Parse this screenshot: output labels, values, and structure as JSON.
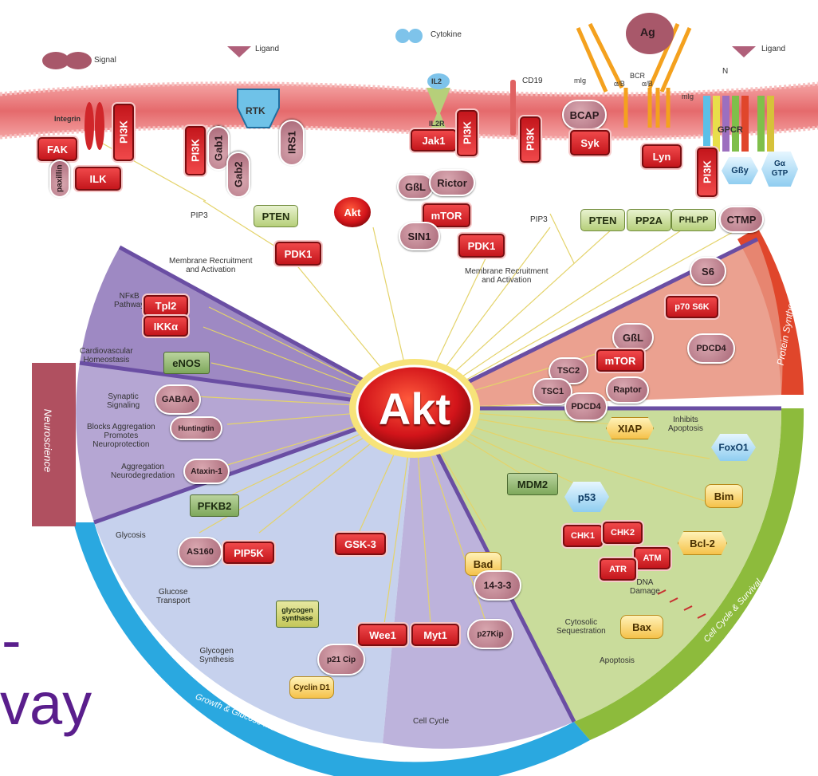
{
  "colors": {
    "membrane": "#e86f70",
    "akt_red": "#d2141a",
    "growth_band": "#2aa8e0",
    "survival_band": "#8dbb3c",
    "protein_band": "#e0462b",
    "neuro_band": "#b05060"
  },
  "membrane": {
    "signal": "Signal",
    "ligand_left": "Ligand",
    "cytokine": "Cytokine",
    "ligand_right": "Ligand",
    "integrin": "Integrin",
    "rtk": "RTK",
    "il2": "IL2",
    "il2r": "IL2R",
    "cd19": "CD19",
    "mig_left": "mIg",
    "mig_right": "mIg",
    "bcr": "BCR",
    "alpha_beta_1": "α/B",
    "alpha_beta_2": "α/B",
    "ag": "Ag",
    "n": "N",
    "gpcr": "GPCR"
  },
  "nodes": {
    "fak": "FAK",
    "paxillin": "paxillin",
    "ilk": "ILK",
    "pi3k_1": "PI3K",
    "pi3k_2": "PI3K",
    "gab1": "Gab1",
    "gab2": "Gab2",
    "irs1": "IRS1",
    "jak1": "Jak1",
    "pi3k_3": "PI3K",
    "pi3k_4": "PI3K",
    "bcap": "BCAP",
    "syk": "Syk",
    "lyn": "Lyn",
    "pi3k_5": "PI3K",
    "gbg": "Gßy",
    "ga": "Gα",
    "gtp": "GTP",
    "akt_small": "Akt",
    "pten_left": "PTEN",
    "pdk1_left": "PDK1",
    "gbl_top": "GßL",
    "rictor": "Rictor",
    "mtor_top": "mTOR",
    "sin1": "SIN1",
    "pdk1_right": "PDK1",
    "pten_right": "PTEN",
    "pp2a": "PP2A",
    "phlpp": "PHLPP",
    "ctmp": "CTMP",
    "s6": "S6",
    "p70s6k": "p70 S6K",
    "gbl_right": "GßL",
    "mtor_right": "mTOR",
    "pdcd4_top": "PDCD4",
    "tsc2": "TSC2",
    "tsc1": "TSC1",
    "raptor": "Raptor",
    "pdcd4_mid": "PDCD4",
    "tpl2": "Tpl2",
    "ikka": "IKKα",
    "enos": "eNOS",
    "gaba": "GABAA",
    "huntingtin": "Huntingtin",
    "ataxin": "Ataxin-1",
    "pfkb2": "PFKB2",
    "as160": "AS160",
    "pip5k": "PIP5K",
    "gsk3": "GSK-3",
    "glycogen_synthase": "glycogen synthase",
    "wee1": "Wee1",
    "myt1": "Myt1",
    "p27kip": "p27Kip",
    "p21cip": "p21 Cip",
    "cyclind1": "Cyclin D1",
    "bad": "Bad",
    "p1433": "14-3-3",
    "mdm2": "MDM2",
    "p53": "p53",
    "chk1": "CHK1",
    "chk2": "CHK2",
    "atm": "ATM",
    "atr": "ATR",
    "bcl2": "Bcl-2",
    "bim": "Bim",
    "foxo1": "FoxO1",
    "xiap": "XIAP",
    "bax": "Bax",
    "akt_center": "Akt"
  },
  "labels": {
    "pip3_left": "PIP3",
    "pip3_right": "PIP3",
    "membrane_recruitment_left": "Membrane Recruitment\nand Activation",
    "membrane_recruitment_right": "Membrane Recruitment\nand Activation",
    "nfkb": "NFκB\nPathway",
    "cardio": "Cardiovascular\nHomeostasis",
    "synaptic": "Synaptic\nSignaling",
    "blocks_aggregation": "Blocks Aggregation\nPromotes\nNeuroprotection",
    "aggregation": "Aggregation\nNeurodegredation",
    "glycosis": "Glycosis",
    "glucose_transport": "Glucose\nTransport",
    "glycogen_synthesis": "Glycogen\nSynthesis",
    "cell_cycle": "Cell Cycle",
    "inhibits_apoptosis": "Inhibits\nApoptosis",
    "dna_damage": "DNA\nDamage",
    "cytosolic": "Cytosolic\nSequestration",
    "apoptosis": "Apoptosis"
  },
  "sectors": {
    "protein_synthesis": "Protein Synthesis",
    "neuroscience": "Neuroscience",
    "growth": "Growth & Glucose Metabolism",
    "survival": "Cell Cycle & Survival"
  },
  "side_text": {
    "dash": "-",
    "way": "vay"
  }
}
